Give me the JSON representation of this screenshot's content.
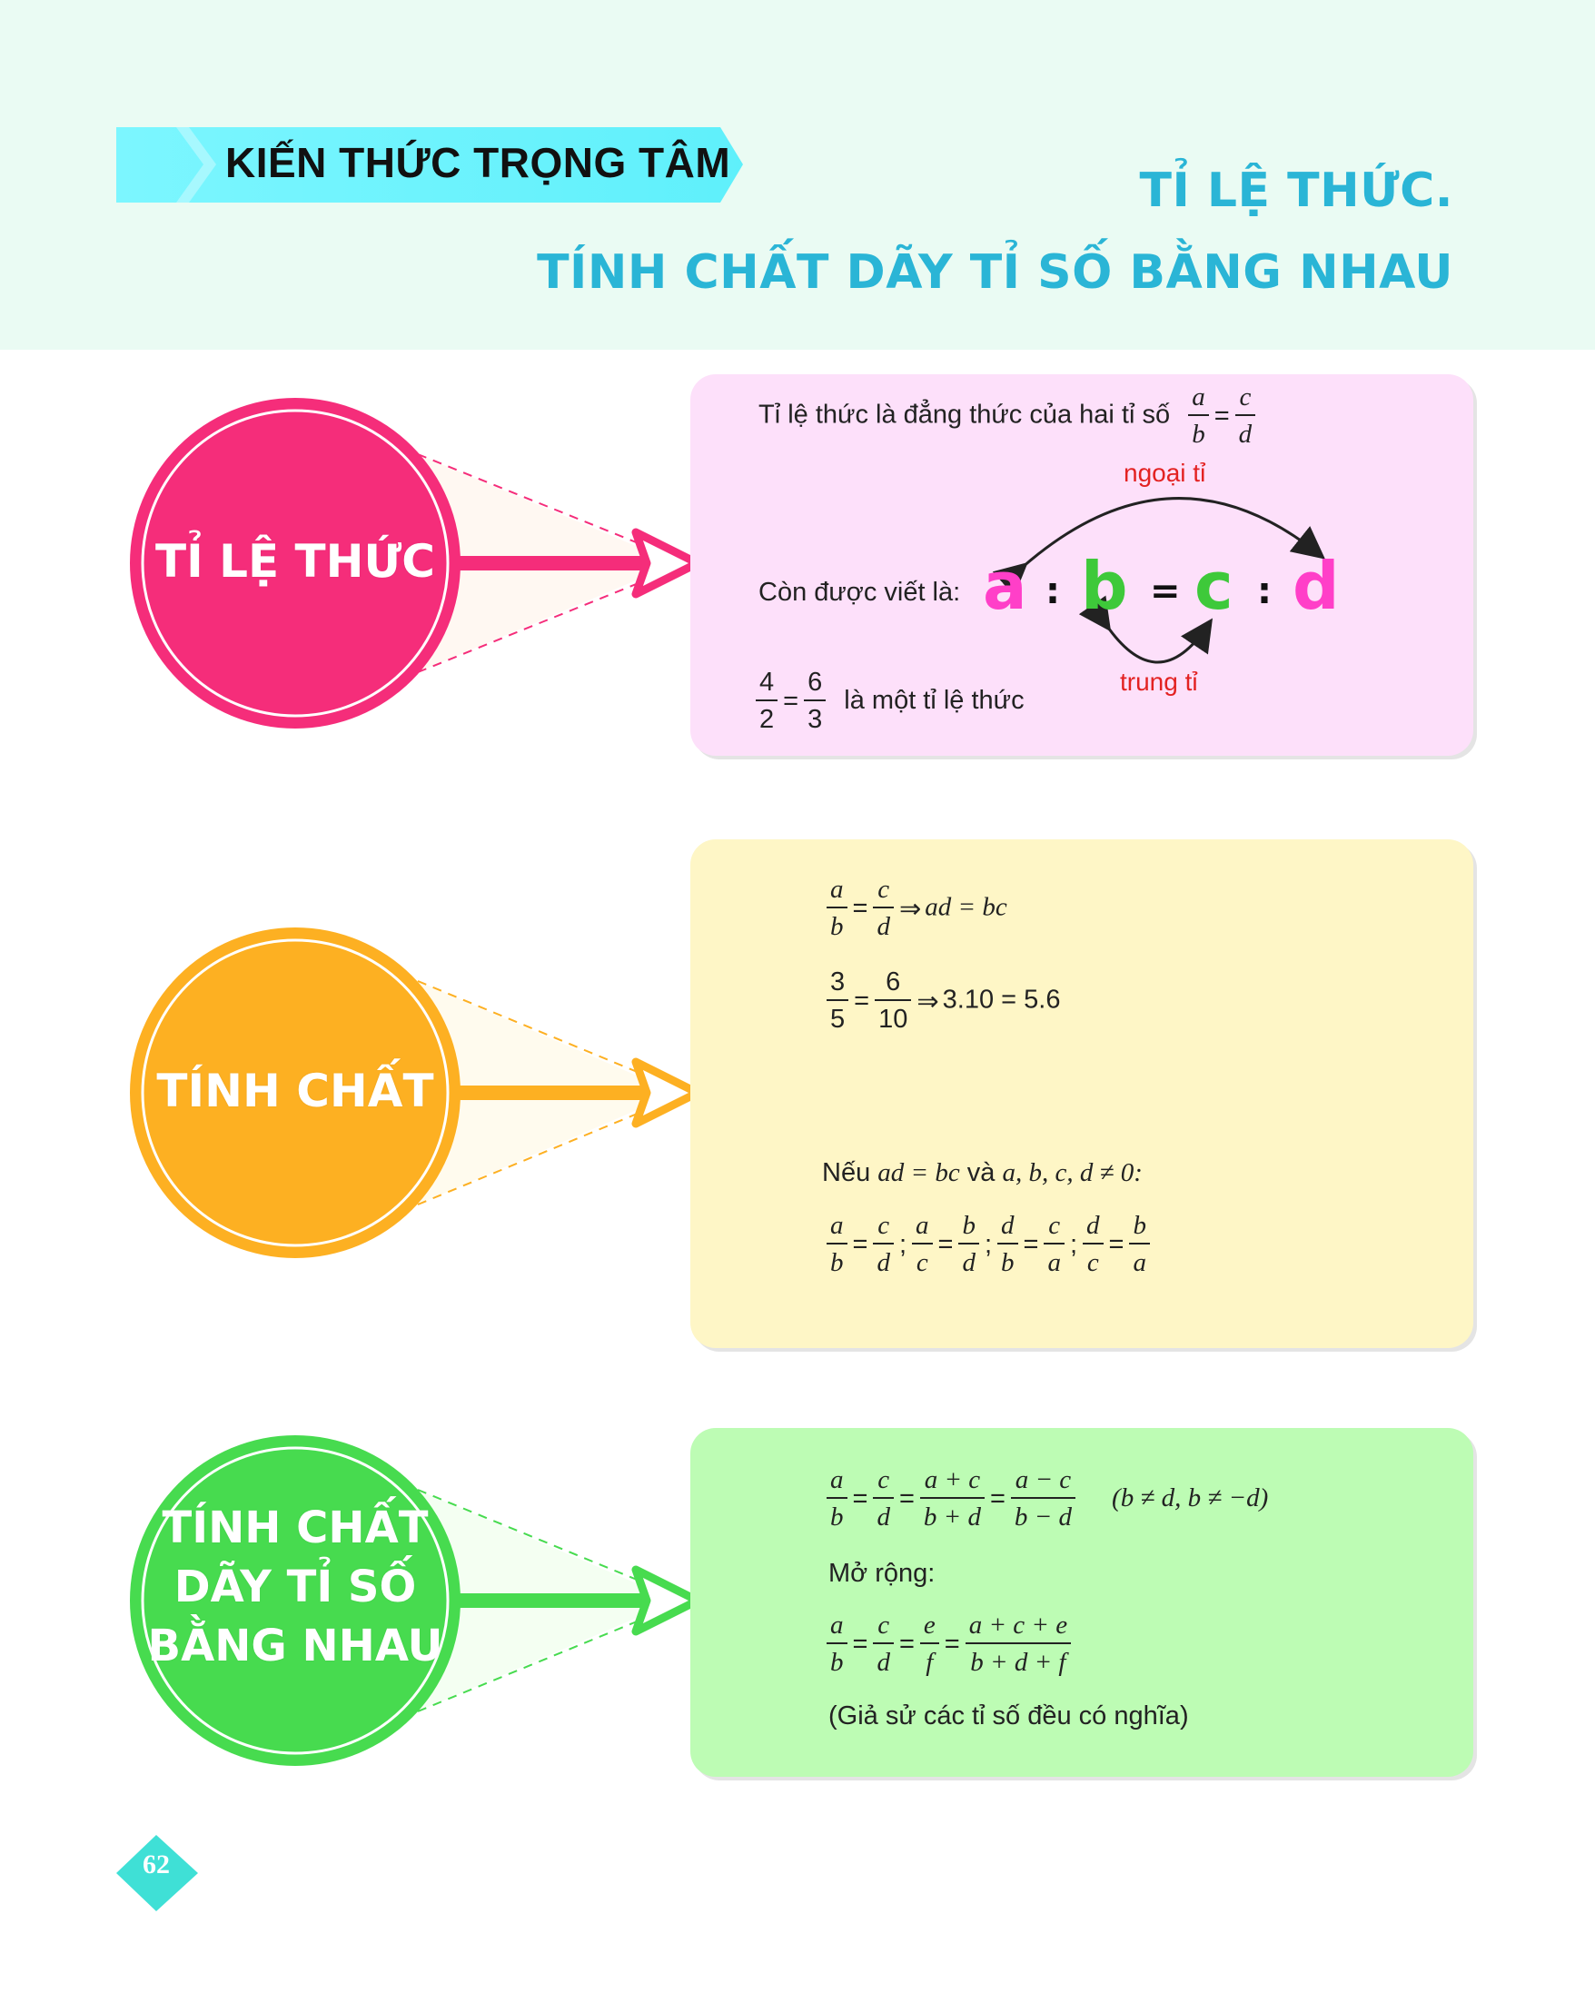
{
  "header": {
    "banner": "KIẾN THỨC TRỌNG TÂM",
    "title_line1": "TỈ LỆ THỨC.",
    "title_line2": "TÍNH CHẤT DÃY TỈ SỐ BẰNG NHAU"
  },
  "sections": [
    {
      "label_lines": [
        "TỈ LỆ THỨC"
      ],
      "color": "#f52d7a",
      "box_color": "#fde0fa",
      "definition": "Tỉ lệ thức là đẳng thức của hai tỉ số",
      "also_written": "Còn được viết là:",
      "outer_label": "ngoại tỉ",
      "inner_label": "trung tỉ",
      "letters": [
        "a",
        "b",
        "c",
        "d"
      ],
      "letter_colors": [
        "#ff3fc8",
        "#3ec93a",
        "#3ec93a",
        "#ff3fc8"
      ],
      "example_num1": "4",
      "example_den1": "2",
      "example_num2": "6",
      "example_den2": "3",
      "example_text": "là một tỉ lệ thức"
    },
    {
      "label_lines": [
        "TÍNH CHẤT"
      ],
      "color": "#fdb022",
      "box_color": "#fef6c6",
      "implies_result": "ad = bc",
      "example_num1": "3",
      "example_den1": "5",
      "example_num2": "6",
      "example_den2": "10",
      "example_result": "3.10 = 5.6",
      "condition_prefix": "Nếu",
      "condition_expr": "ad = bc",
      "condition_mid": "và",
      "condition_vars": "a, b, c, d ≠ 0:"
    },
    {
      "label_lines": [
        "TÍNH CHẤT",
        "DÃY TỈ SỐ",
        "BẰNG NHAU"
      ],
      "color": "#47db4f",
      "box_color": "#bdfcb4",
      "condition": "(b ≠ d, b ≠ −d)",
      "extend_label": "Mở rộng:",
      "note": "(Giả sử các tỉ số đều có nghĩa)"
    }
  ],
  "page_number": "62"
}
